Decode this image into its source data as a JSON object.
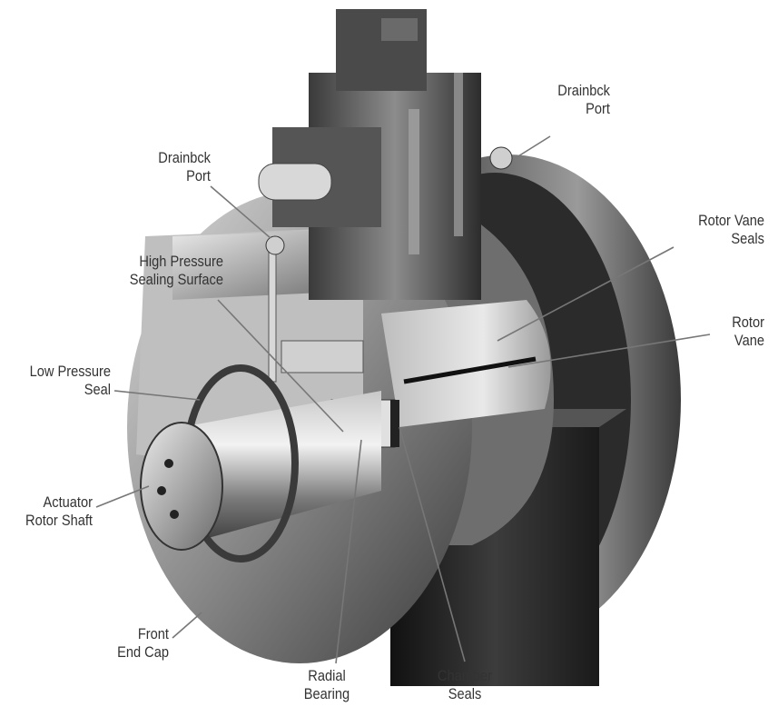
{
  "labels": {
    "drainback_port_top": [
      "Drainbck",
      "Port"
    ],
    "drainback_port_left": [
      "Drainbck",
      "Port"
    ],
    "rotor_vane_seals": [
      "Rotor Vane",
      "Seals"
    ],
    "high_pressure_sealing_surface": [
      "High Pressure",
      "Sealing Surface"
    ],
    "rotor_vane": [
      "Rotor",
      "Vane"
    ],
    "low_pressure_seal": [
      "Low Pressure",
      "Seal"
    ],
    "actuator_rotor_shaft": [
      "Actuator",
      "Rotor Shaft"
    ],
    "front_end_cap": [
      "Front",
      "End Cap"
    ],
    "radial_bearing": [
      "Radial",
      "Bearing"
    ],
    "chamber_seals": [
      "Chamber",
      "Seals"
    ]
  },
  "colors": {
    "label_text": "#333333",
    "leader_line": "#777777",
    "metal_dark": "#2a2a2a",
    "metal_mid": "#8a8a8a",
    "metal_light": "#e6e6e6"
  }
}
